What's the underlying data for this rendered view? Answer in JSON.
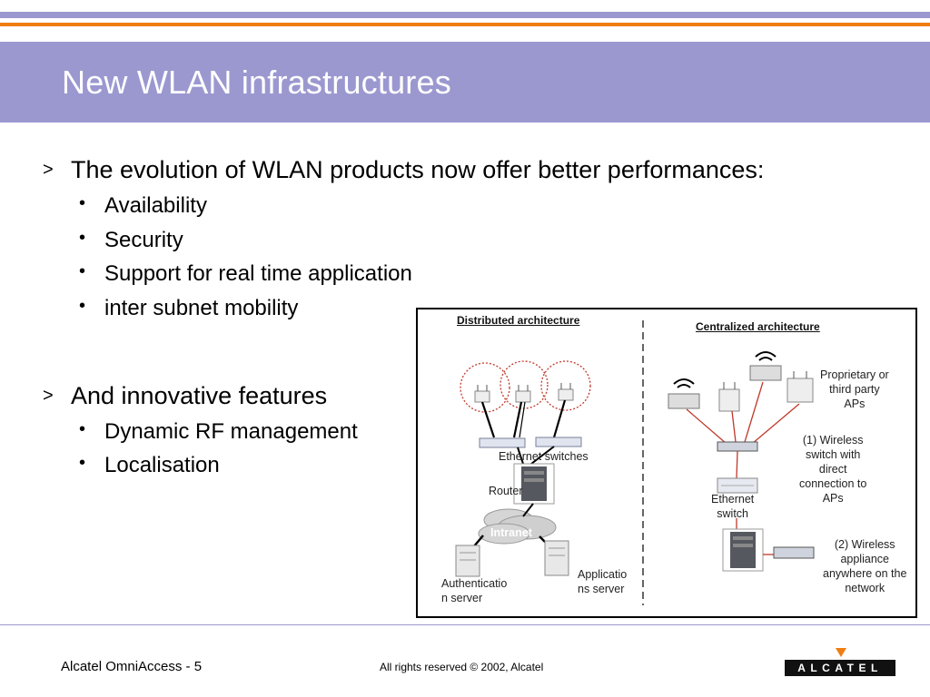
{
  "slide": {
    "title": "New WLAN infrastructures",
    "bullets": [
      {
        "marker": ">",
        "text": "The evolution of WLAN products now offer better performances:",
        "subitems": [
          "Availability",
          "Security",
          "Support for real time application",
          "inter subnet mobility"
        ]
      },
      {
        "marker": ">",
        "text": "And innovative features",
        "subitems": [
          "Dynamic RF management",
          "Localisation"
        ]
      }
    ],
    "sub_marker": "•"
  },
  "diagram": {
    "distributed": {
      "heading": "Distributed architecture",
      "labels": {
        "ethernet_switches": "Ethernet switches",
        "router": "Router",
        "intranet": "Intranet",
        "auth_server": [
          "Authenticatio",
          "n server"
        ],
        "app_server": [
          "Applicatio",
          "ns server"
        ]
      }
    },
    "centralized": {
      "heading": "Centralized architecture",
      "labels": {
        "aps": [
          "Proprietary or",
          "third party",
          "APs"
        ],
        "wireless_switch": [
          "(1) Wireless",
          "switch with",
          "direct",
          "connection to",
          "APs"
        ],
        "ethernet_switch": [
          "Ethernet",
          "switch"
        ],
        "wireless_appliance": [
          "(2) Wireless",
          "appliance",
          "anywhere on the",
          "network"
        ]
      }
    }
  },
  "footer": {
    "left": "Alcatel OmniAccess - 5",
    "center": "All rights reserved © 2002, Alcatel",
    "logo_text": "ALCATEL"
  },
  "colors": {
    "band": "#9b98d0",
    "accent": "#f07d12",
    "link_red": "#c0392b"
  },
  "icons": [
    "access-point-icon",
    "server-rack-icon",
    "cloud-icon",
    "switch-icon",
    "alcatel-logo-icon"
  ]
}
